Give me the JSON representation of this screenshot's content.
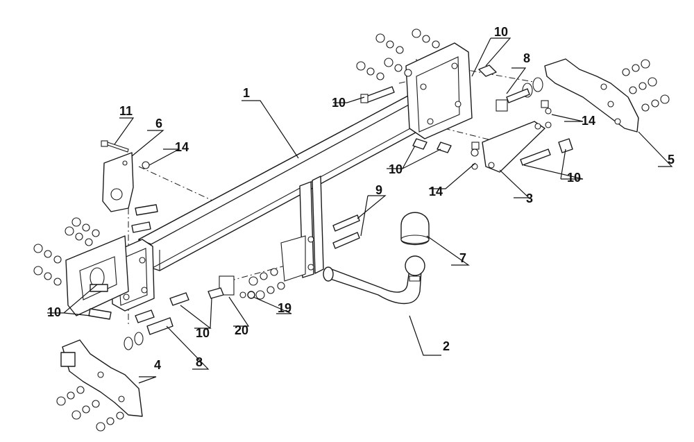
{
  "callouts": {
    "c1": "1",
    "c2": "2",
    "c3": "3",
    "c4": "4",
    "c5": "5",
    "c6": "6",
    "c7": "7",
    "c8a": "8",
    "c8b": "8",
    "c9": "9",
    "c10a": "10",
    "c10b": "10",
    "c10c": "10",
    "c10d": "10",
    "c10e": "10",
    "c10f": "10",
    "c11": "11",
    "c14a": "14",
    "c14b": "14",
    "c14c": "14",
    "c19": "19",
    "c20": "20"
  }
}
